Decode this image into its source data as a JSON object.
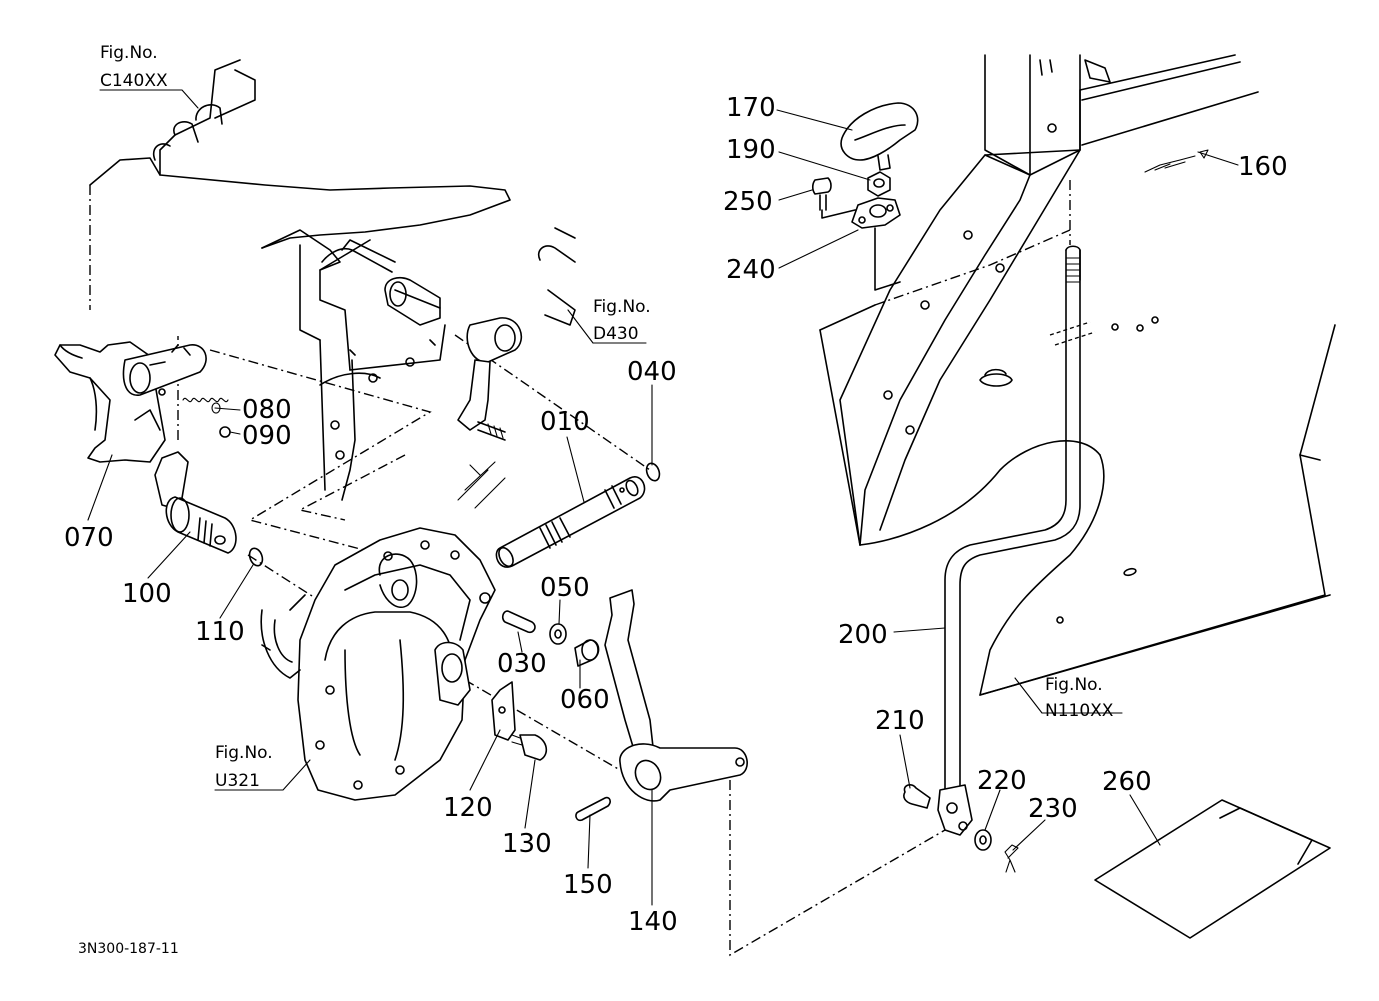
{
  "parts": [
    "170",
    "190",
    "250",
    "240",
    "160",
    "010",
    "040",
    "080",
    "090",
    "070",
    "100",
    "110",
    "050",
    "030",
    "060",
    "200",
    "210",
    "220",
    "230",
    "260",
    "120",
    "130",
    "150",
    "140"
  ],
  "fig_refs": {
    "c140": {
      "line1": "Fig.No.",
      "line2": "C140XX"
    },
    "d430": {
      "line1": "Fig.No.",
      "line2": "D430"
    },
    "u321": {
      "line1": "Fig.No.",
      "line2": "U321"
    },
    "n110": {
      "line1": "Fig.No.",
      "line2": "N110XX"
    }
  },
  "drawing_code": "3N300-187-11"
}
